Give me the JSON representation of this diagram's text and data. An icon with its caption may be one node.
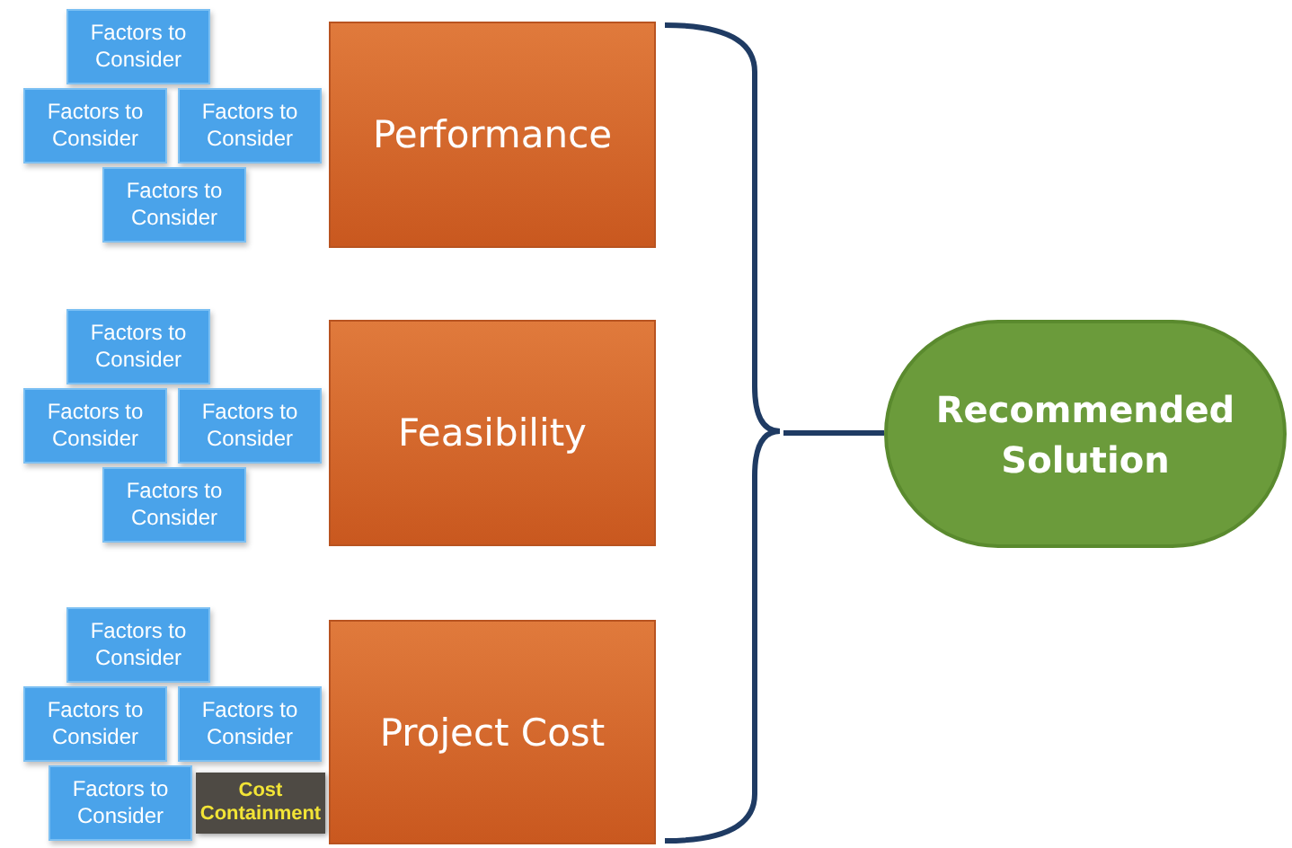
{
  "diagram": {
    "nodes": [
      {
        "text": [
          "Factors to Consider"
        ]
      },
      {
        "text": [
          "Factors to Consider"
        ]
      },
      {
        "text": [
          "Factors to Consider"
        ]
      },
      {
        "text": [
          "Factors to Consider"
        ]
      },
      {
        "text": [
          "Performance"
        ]
      },
      {
        "text": [
          "Factors to Consider"
        ]
      },
      {
        "text": [
          "Factors to Consider"
        ]
      },
      {
        "text": [
          "Factors to Consider"
        ]
      },
      {
        "text": [
          "Factors to Consider"
        ]
      },
      {
        "text": [
          "Feasibility"
        ]
      },
      {
        "text": [
          "Factors to Consider"
        ]
      },
      {
        "text": [
          "Factors to Consider"
        ]
      },
      {
        "text": [
          "Factors to Consider"
        ]
      },
      {
        "text": [
          "Factors to Consider"
        ]
      },
      {
        "text": [
          "Cost Containment"
        ]
      },
      {
        "text": [
          "Project Cost"
        ]
      },
      {
        "text": [],
        "shape": "bracket"
      },
      {
        "text": [
          "Recommended Solution"
        ]
      }
    ],
    "edges": [
      {
        "from": 16,
        "to": 17,
        "arrow": "none"
      }
    ]
  }
}
